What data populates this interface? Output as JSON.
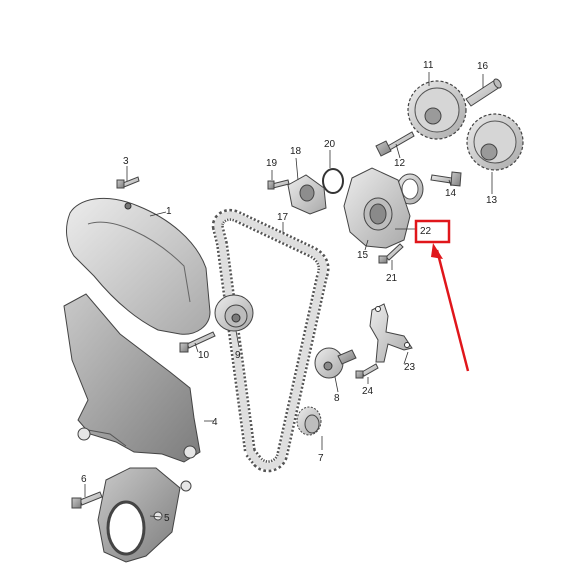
{
  "labels": {
    "p1": "1",
    "p3": "3",
    "p4": "4",
    "p5": "5",
    "p6": "6",
    "p7": "7",
    "p8": "8",
    "p9": "9",
    "p10": "10",
    "p11": "11",
    "p12": "12",
    "p13": "13",
    "p14": "14",
    "p15": "15",
    "p16": "16",
    "p17": "17",
    "p18": "18",
    "p19": "19",
    "p20": "20",
    "p21": "21",
    "p22": "22",
    "p23": "23",
    "p24": "24"
  },
  "highlight": {
    "label": "22",
    "color": "#e0161b"
  },
  "colors": {
    "part_fill": "#d4d4d4",
    "part_dark": "#8e8e8e",
    "belt": "#cfcfcf",
    "lines": "#333333"
  }
}
